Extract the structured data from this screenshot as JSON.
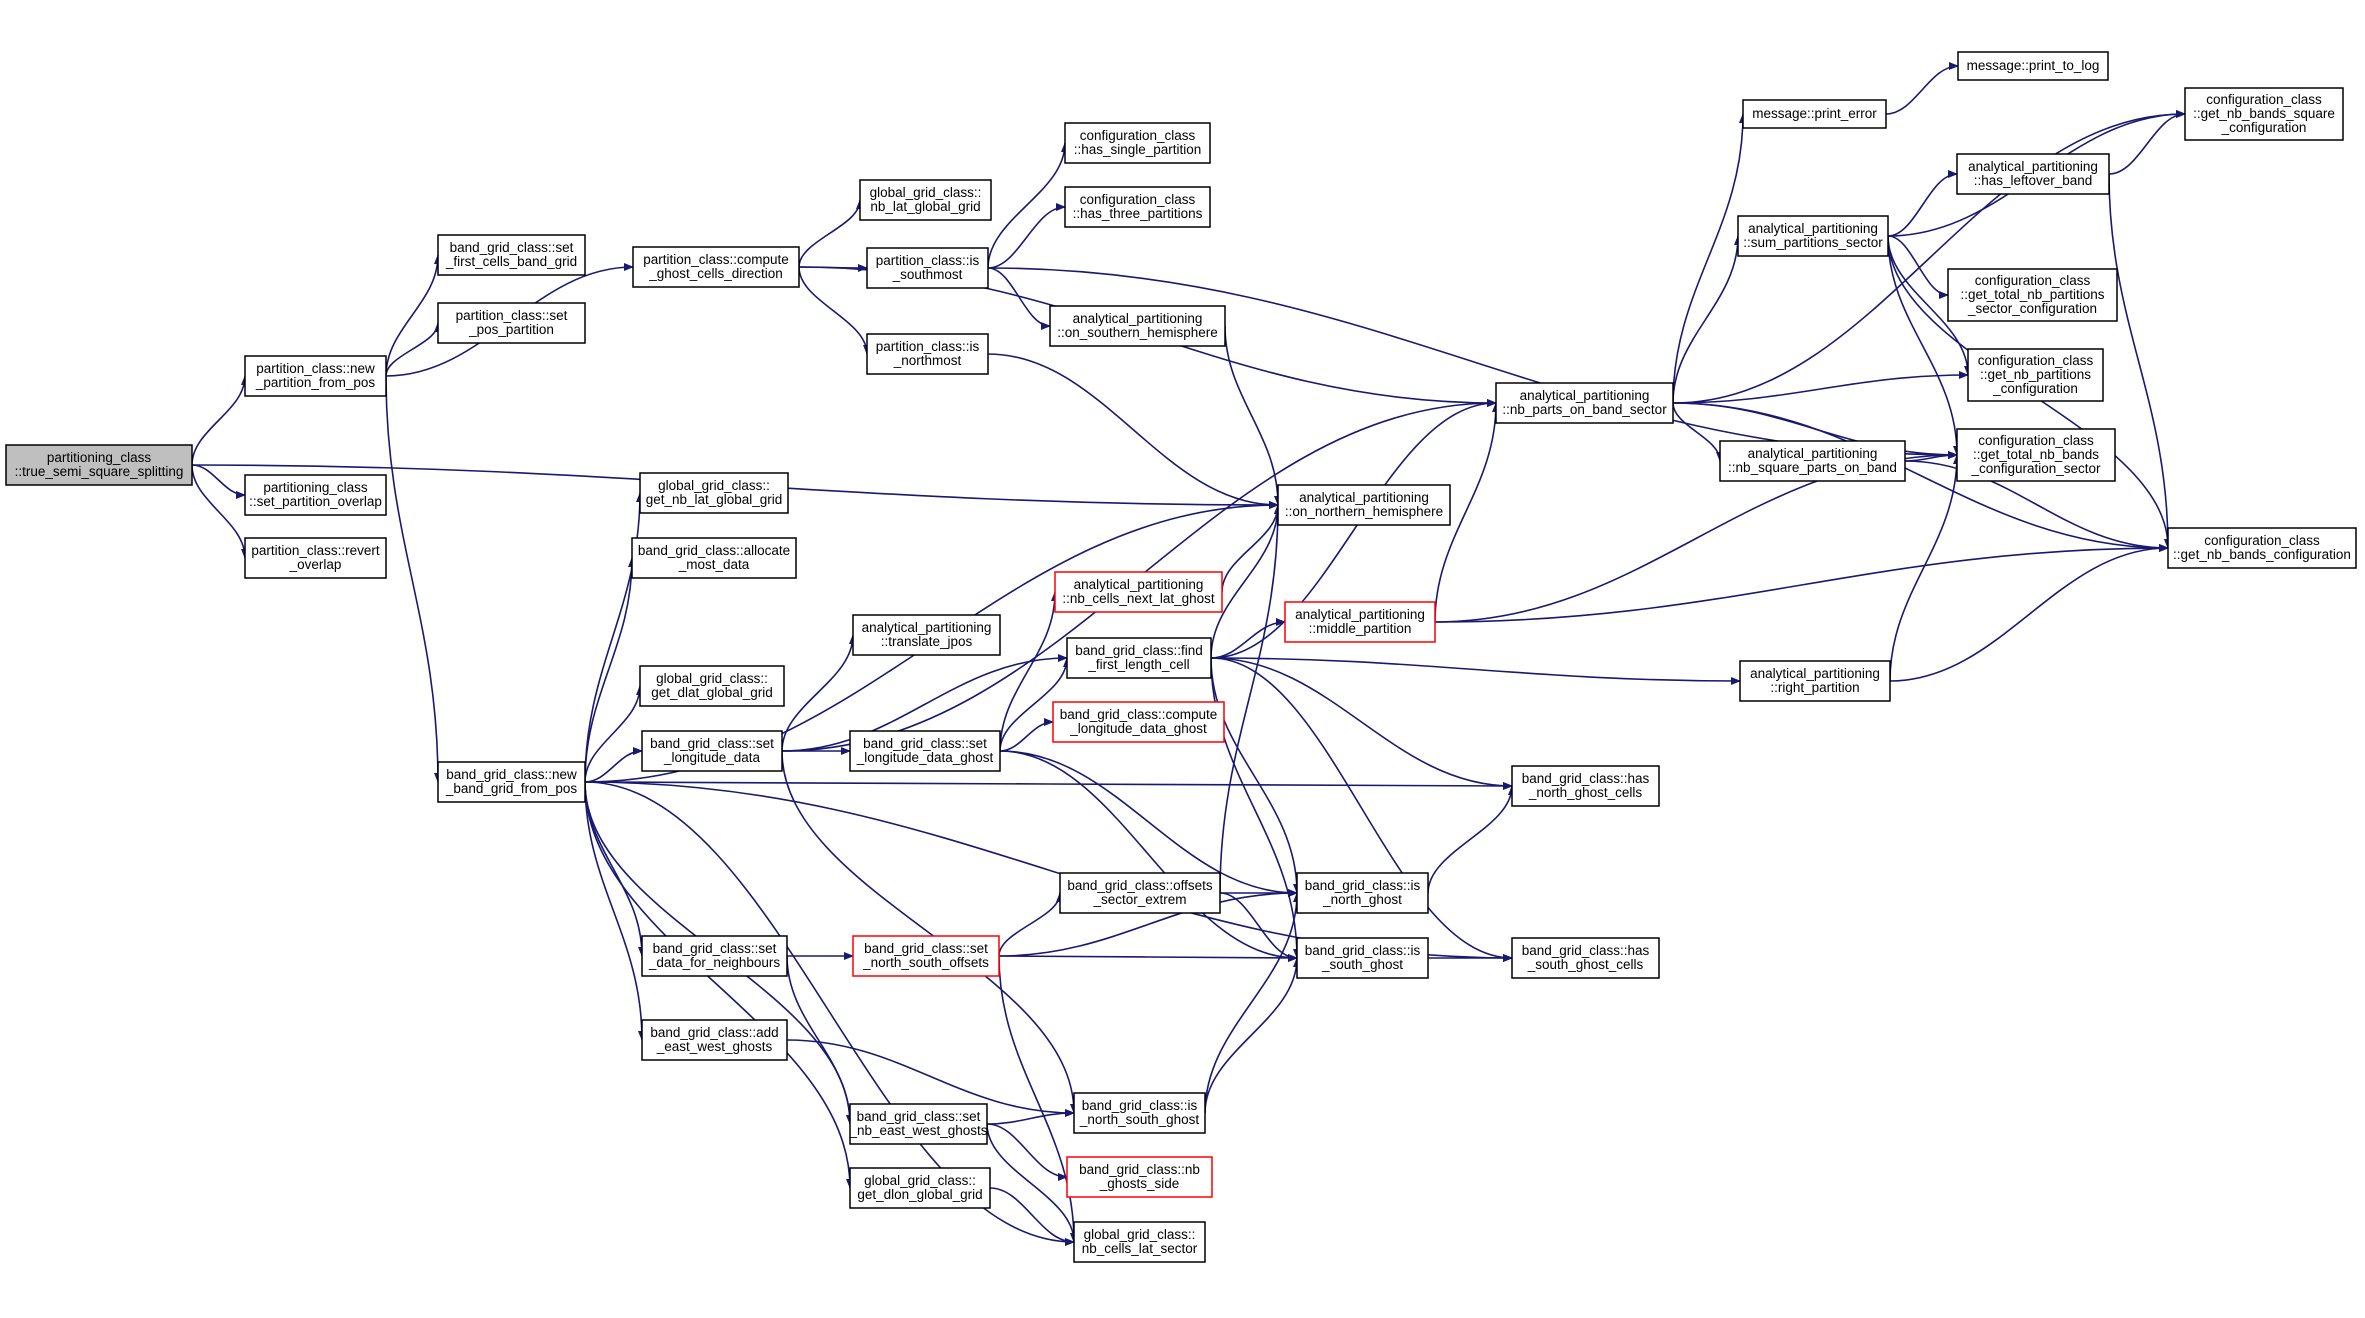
{
  "colors": {
    "edge": "#191970",
    "root_fill": "#bfbfbf",
    "truncated_border": "#ff0000",
    "node_border": "#000000"
  },
  "nodes": [
    {
      "id": "n0",
      "lines": [
        "partitioning_class",
        "::true_semi_square_splitting"
      ],
      "root": true
    },
    {
      "id": "n1",
      "lines": [
        "partition_class::new",
        "_partition_from_pos"
      ]
    },
    {
      "id": "n2",
      "lines": [
        "partitioning_class",
        "::set_partition_overlap"
      ]
    },
    {
      "id": "n3",
      "lines": [
        "partition_class::revert",
        "_overlap"
      ]
    },
    {
      "id": "n4",
      "lines": [
        "band_grid_class::set",
        "_first_cells_band_grid"
      ]
    },
    {
      "id": "n5",
      "lines": [
        "partition_class::set",
        "_pos_partition"
      ]
    },
    {
      "id": "n6",
      "lines": [
        "band_grid_class::new",
        "_band_grid_from_pos"
      ]
    },
    {
      "id": "n7",
      "lines": [
        "partition_class::compute",
        "_ghost_cells_direction"
      ]
    },
    {
      "id": "n8",
      "lines": [
        "global_grid_class::",
        "nb_lat_global_grid"
      ]
    },
    {
      "id": "n9",
      "lines": [
        "partition_class::is",
        "_southmost"
      ]
    },
    {
      "id": "n10",
      "lines": [
        "partition_class::is",
        "_northmost"
      ]
    },
    {
      "id": "n11",
      "lines": [
        "configuration_class",
        "::has_single_partition"
      ]
    },
    {
      "id": "n12",
      "lines": [
        "configuration_class",
        "::has_three_partitions"
      ]
    },
    {
      "id": "n13",
      "lines": [
        "analytical_partitioning",
        "::on_southern_hemisphere"
      ]
    },
    {
      "id": "n14",
      "lines": [
        "analytical_partitioning",
        "::on_northern_hemisphere"
      ]
    },
    {
      "id": "n15",
      "lines": [
        "global_grid_class::",
        "get_nb_lat_global_grid"
      ]
    },
    {
      "id": "n16",
      "lines": [
        "band_grid_class::allocate",
        "_most_data"
      ]
    },
    {
      "id": "n17",
      "lines": [
        "global_grid_class::",
        "get_dlat_global_grid"
      ]
    },
    {
      "id": "n18",
      "lines": [
        "band_grid_class::set",
        "_longitude_data"
      ]
    },
    {
      "id": "n19",
      "lines": [
        "band_grid_class::set",
        "_data_for_neighbours"
      ]
    },
    {
      "id": "n20",
      "lines": [
        "band_grid_class::add",
        "_east_west_ghosts"
      ]
    },
    {
      "id": "n21",
      "lines": [
        "band_grid_class::set",
        "_nb_east_west_ghosts"
      ]
    },
    {
      "id": "n22",
      "lines": [
        "global_grid_class::",
        "get_dlon_global_grid"
      ]
    },
    {
      "id": "n23",
      "lines": [
        "global_grid_class::",
        "nb_cells_lat_sector"
      ]
    },
    {
      "id": "n24",
      "lines": [
        "analytical_partitioning",
        "::translate_jpos"
      ]
    },
    {
      "id": "n25",
      "lines": [
        "band_grid_class::set",
        "_longitude_data_ghost"
      ]
    },
    {
      "id": "n26",
      "lines": [
        "analytical_partitioning",
        "::nb_cells_next_lat_ghost"
      ],
      "red": true
    },
    {
      "id": "n27",
      "lines": [
        "band_grid_class::find",
        "_first_length_cell"
      ]
    },
    {
      "id": "n28",
      "lines": [
        "band_grid_class::compute",
        "_longitude_data_ghost"
      ],
      "red": true
    },
    {
      "id": "n29",
      "lines": [
        "band_grid_class::set",
        "_north_south_offsets"
      ],
      "red": true
    },
    {
      "id": "n30",
      "lines": [
        "band_grid_class::offsets",
        "_sector_extrem"
      ]
    },
    {
      "id": "n31",
      "lines": [
        "band_grid_class::is",
        "_north_south_ghost"
      ]
    },
    {
      "id": "n32",
      "lines": [
        "band_grid_class::nb",
        "_ghosts_side"
      ],
      "red": true
    },
    {
      "id": "n33",
      "lines": [
        "band_grid_class::is",
        "_north_ghost"
      ]
    },
    {
      "id": "n34",
      "lines": [
        "band_grid_class::is",
        "_south_ghost"
      ]
    },
    {
      "id": "n35",
      "lines": [
        "band_grid_class::has",
        "_north_ghost_cells"
      ]
    },
    {
      "id": "n36",
      "lines": [
        "band_grid_class::has",
        "_south_ghost_cells"
      ]
    },
    {
      "id": "n37",
      "lines": [
        "analytical_partitioning",
        "::nb_parts_on_band_sector"
      ]
    },
    {
      "id": "n38",
      "lines": [
        "analytical_partitioning",
        "::middle_partition"
      ],
      "red": true
    },
    {
      "id": "n39",
      "lines": [
        "analytical_partitioning",
        "::right_partition"
      ]
    },
    {
      "id": "n40",
      "lines": [
        "message::print_error"
      ]
    },
    {
      "id": "n41",
      "lines": [
        "message::print_to_log"
      ]
    },
    {
      "id": "n42",
      "lines": [
        "analytical_partitioning",
        "::sum_partitions_sector"
      ]
    },
    {
      "id": "n43",
      "lines": [
        "analytical_partitioning",
        "::has_leftover_band"
      ]
    },
    {
      "id": "n44",
      "lines": [
        "analytical_partitioning",
        "::nb_square_parts_on_band"
      ]
    },
    {
      "id": "n45",
      "lines": [
        "configuration_class",
        "::get_nb_bands_square",
        "_configuration"
      ]
    },
    {
      "id": "n46",
      "lines": [
        "configuration_class",
        "::get_total_nb_partitions",
        "_sector_configuration"
      ]
    },
    {
      "id": "n47",
      "lines": [
        "configuration_class",
        "::get_nb_partitions",
        "_configuration"
      ]
    },
    {
      "id": "n48",
      "lines": [
        "configuration_class",
        "::get_total_nb_bands",
        "_configuration_sector"
      ]
    },
    {
      "id": "n49",
      "lines": [
        "configuration_class",
        "::get_nb_bands_configuration"
      ]
    }
  ]
}
